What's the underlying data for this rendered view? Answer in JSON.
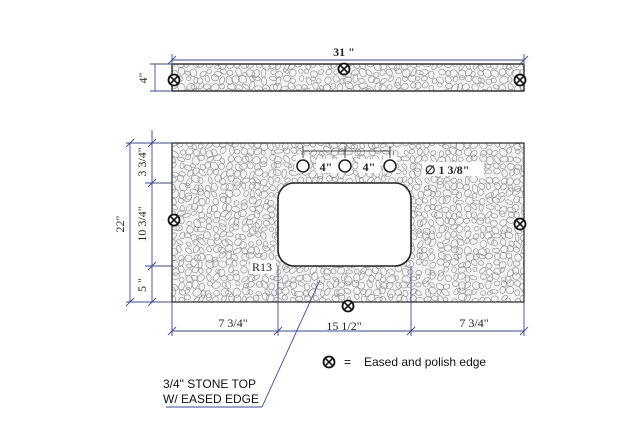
{
  "drawing": {
    "backsplash": {
      "width_label": "31 \"",
      "height_label": "4\""
    },
    "countertop": {
      "overall_depth": "22\"",
      "depth_top_segment": "3 3/4\"",
      "depth_mid_segment": "10 3/4\"",
      "depth_bottom_segment": "5 \"",
      "faucet_spacing_left": "4\"",
      "faucet_spacing_right": "4\"",
      "hole_diameter": "∅ 1 3/8\"",
      "corner_radius": "R13",
      "width_left": "7 3/4\"",
      "width_center": "15 1/2\"",
      "width_right": "7 3/4\""
    },
    "legend": {
      "symbol_eq": "=",
      "text": "Eased and polish edge"
    },
    "callout": {
      "line1": "3/4\" STONE TOP",
      "line2": "W/ EASED EDGE"
    },
    "colors": {
      "line": "#222222",
      "dimension": "#3a4a8a",
      "stone_fill": "#f4f4f4",
      "pebble": "#8a8a8a"
    }
  }
}
